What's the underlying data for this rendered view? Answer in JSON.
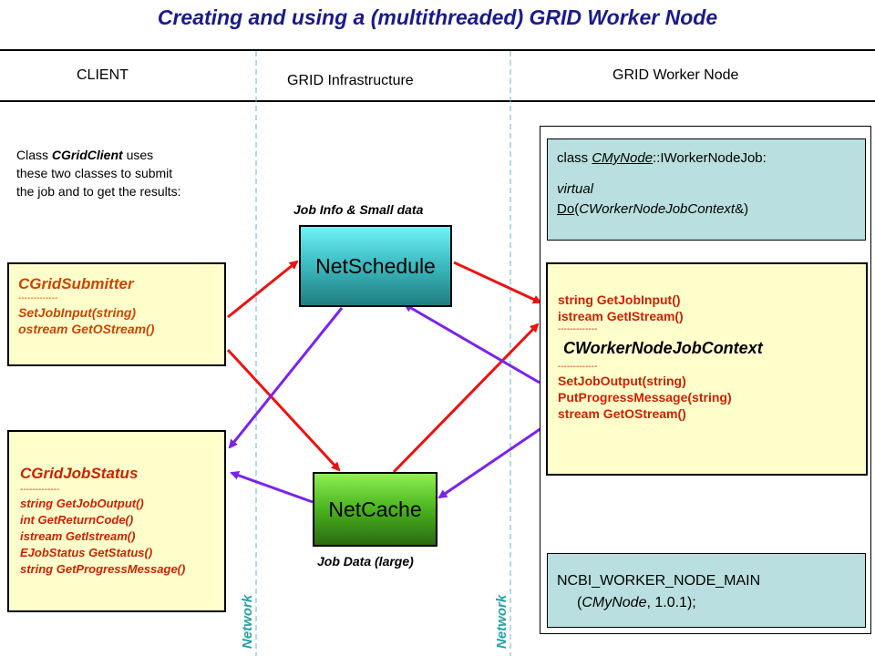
{
  "title": "Creating and using a (multithreaded) GRID Worker Node",
  "columns": {
    "client": "CLIENT",
    "infrastructure": "GRID Infrastructure",
    "worker": "GRID Worker Node"
  },
  "client_note": {
    "line1_a": "Class ",
    "line1_b": "CGridClient",
    "line1_c": " uses",
    "line2": "these two classes to submit",
    "line3": "the job and to get the results:"
  },
  "submitter": {
    "name": "CGridSubmitter",
    "sep": "-------------",
    "methods": [
      "SetJobInput(string)",
      "ostream GetOStream()"
    ]
  },
  "job_status": {
    "name": "CGridJobStatus",
    "sep": "-------------",
    "methods": [
      "string GetJobOutput()",
      "int GetReturnCode()",
      "istream GetIstream()",
      "EJobStatus GetStatus()",
      "string GetProgressMessage()"
    ]
  },
  "netschedule": {
    "label": "NetSchedule",
    "caption": "Job Info & Small data"
  },
  "netcache": {
    "label": "NetCache",
    "caption": "Job Data (large)"
  },
  "mynode": {
    "line1_a": "class ",
    "line1_b": "CMyNode",
    "line1_c": "::IWorkerNodeJob:",
    "line2": "virtual",
    "line3_a": "Do",
    "line3_b": "(",
    "line3_c": "CWorkerNodeJobContext",
    "line3_d": "&)"
  },
  "context": {
    "top_methods": [
      "string GetJobInput()",
      "istream GetIStream()"
    ],
    "sep": "-------------",
    "name": "CWorkerNodeJobContext",
    "bottom_methods": [
      "SetJobOutput(string)",
      "PutProgressMessage(string)",
      "stream GetOStream()"
    ]
  },
  "main_macro": {
    "line1": "NCBI_WORKER_NODE_MAIN",
    "line2_a": "(",
    "line2_b": "CMyNode",
    "line2_c": ", 1.0.1);"
  },
  "network_label": "Network",
  "colors": {
    "title": "#1a1a8c",
    "class_orange": "#cc4400",
    "class_red": "#cc2200",
    "note_yellow": "#ffffcc",
    "panel_teal": "#b9dfe0",
    "arrow_red": "#ee1111",
    "arrow_purple": "#7a22ee",
    "network_line": "#5fb8cc"
  }
}
